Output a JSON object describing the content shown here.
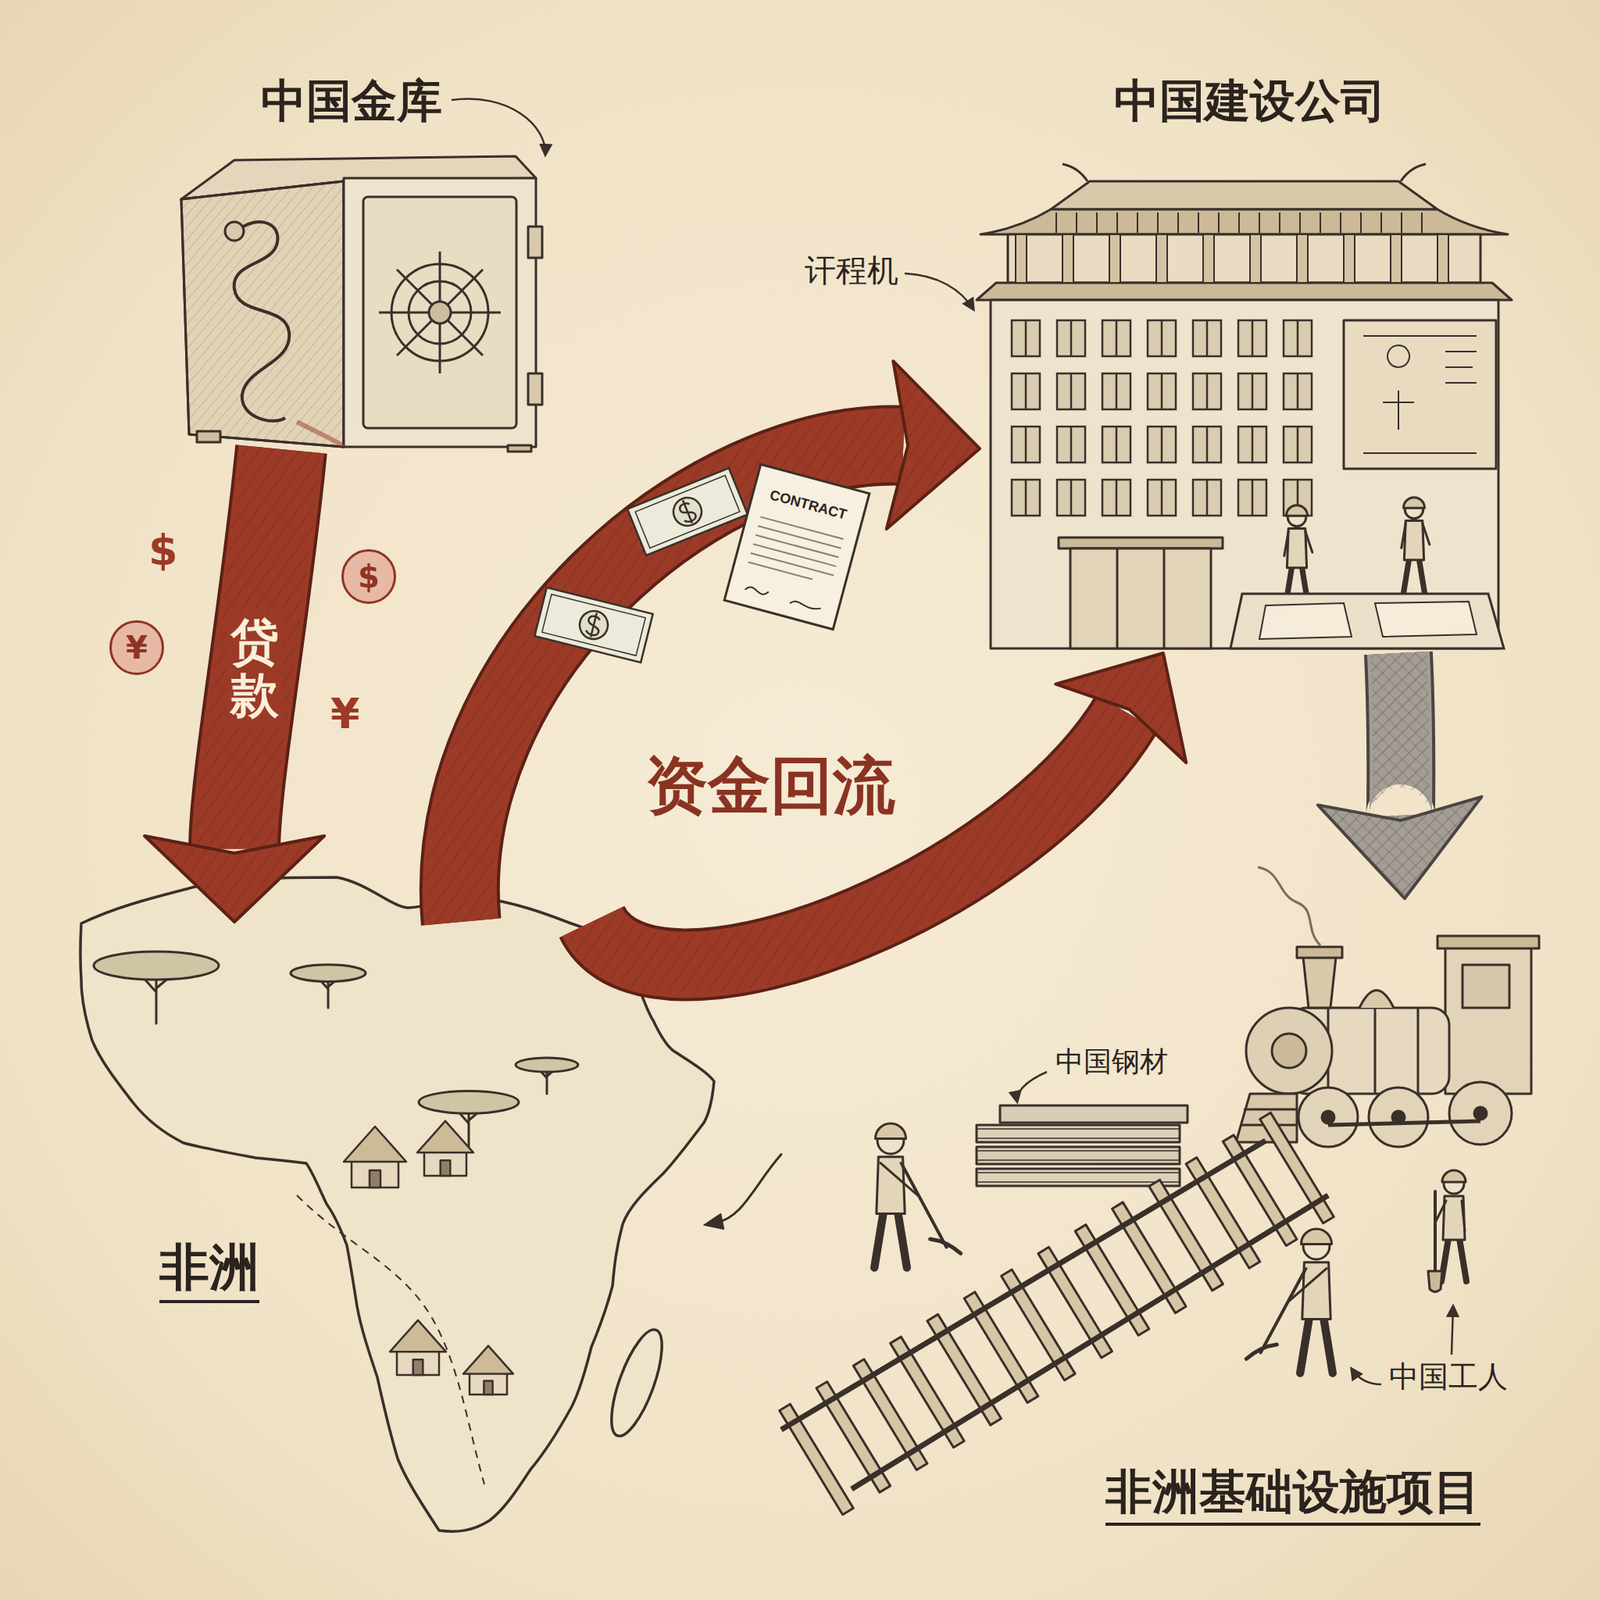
{
  "diagram": {
    "nodes": [
      {
        "text": [
          "中国金库"
        ]
      },
      {
        "text": [
          "中国建设公司"
        ]
      },
      {
        "text": [
          "非洲"
        ]
      },
      {
        "text": [
          "非洲基础设施项目"
        ]
      }
    ],
    "edges": [
      {
        "from": 0,
        "to": 2,
        "label": "贷款",
        "arrow": "to"
      },
      {
        "from": 2,
        "to": 1,
        "label": "资金回流",
        "arrow": "to"
      },
      {
        "from": 2,
        "to": 1,
        "arrow": "to"
      },
      {
        "from": 1,
        "to": 3,
        "arrow": "to"
      },
      {
        "from": 3,
        "to": 2,
        "arrow": "to"
      }
    ],
    "labels": [
      "讦程机",
      "$",
      "CONTRACT",
      "$",
      "¥",
      "¥",
      "中国钢材",
      "中国工人"
    ]
  }
}
